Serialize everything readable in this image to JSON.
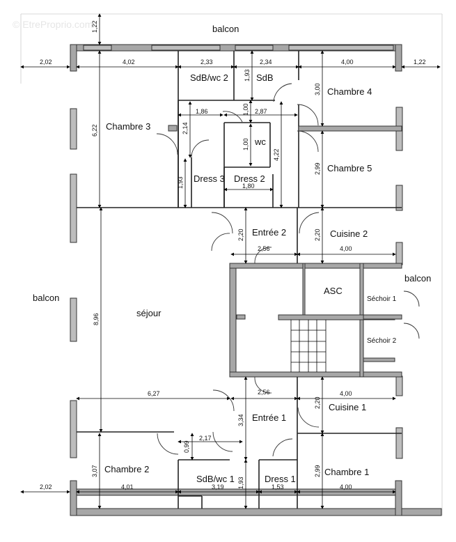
{
  "watermark": "© EtreProprio.com",
  "rooms": {
    "balcon_top": "balcon",
    "balcon_left": "balcon",
    "balcon_right": "balcon",
    "sdb_wc_2": "SdB/wc 2",
    "sdb": "SdB",
    "chambre_4": "Chambre 4",
    "chambre_3": "Chambre 3",
    "wc": "wc",
    "chambre_5": "Chambre 5",
    "dress_3": "Dress 3",
    "dress_2": "Dress 2",
    "entree_2": "Entrée 2",
    "cuisine_2": "Cuisine 2",
    "asc": "ASC",
    "sechoir_1": "Séchoir 1",
    "sechoir_2": "Séchoir 2",
    "sejour": "séjour",
    "cuisine_1": "Cuisine 1",
    "entree_1": "Entrée 1",
    "chambre_2": "Chambre 2",
    "sdb_wc_1": "SdB/wc 1",
    "dress_1": "Dress 1",
    "chambre_1": "Chambre 1"
  },
  "dimensions": {
    "balcon_top_depth": "1,22",
    "balcon_left_width": "2,02",
    "balcon_right_width": "1,22",
    "balcon_bottom_left": "2,02",
    "chambre3_width": "4,02",
    "sdbwc2_width": "2,33",
    "sdb_width": "2,34",
    "chambre4_width": "4,00",
    "sdb_height": "1,93",
    "chambre4_height": "3,00",
    "chambre3_height": "6,22",
    "corridor_w1": "1,86",
    "corridor_w2": "2,87",
    "corridor_h": "2,14",
    "wc_h_top": "1,00",
    "wc_h": "1,00",
    "stair_h": "4,22",
    "chambre5_height": "2,99",
    "dress3_height": "1,93",
    "dress2_width": "1,80",
    "entree2_height": "2,20",
    "cuisine2_height": "2,20",
    "entree2_width": "2,56",
    "cuisine2_width": "4,00",
    "sejour_height": "8,96",
    "sejour_width": "6,27",
    "entree1_width": "2,56",
    "cuisine1_width": "4,00",
    "cuisine1_height": "2,20",
    "entree1_height": "3,34",
    "corridor1_width": "2,17",
    "corridor1_height": "0,99",
    "chambre2_height": "3,07",
    "chambre1_height": "2,99",
    "chambre2_width": "4,01",
    "sdbwc1_width": "3,19",
    "sdbwc1_height": "1,93",
    "dress1_width": "1,53",
    "chambre1_width": "4,00"
  }
}
